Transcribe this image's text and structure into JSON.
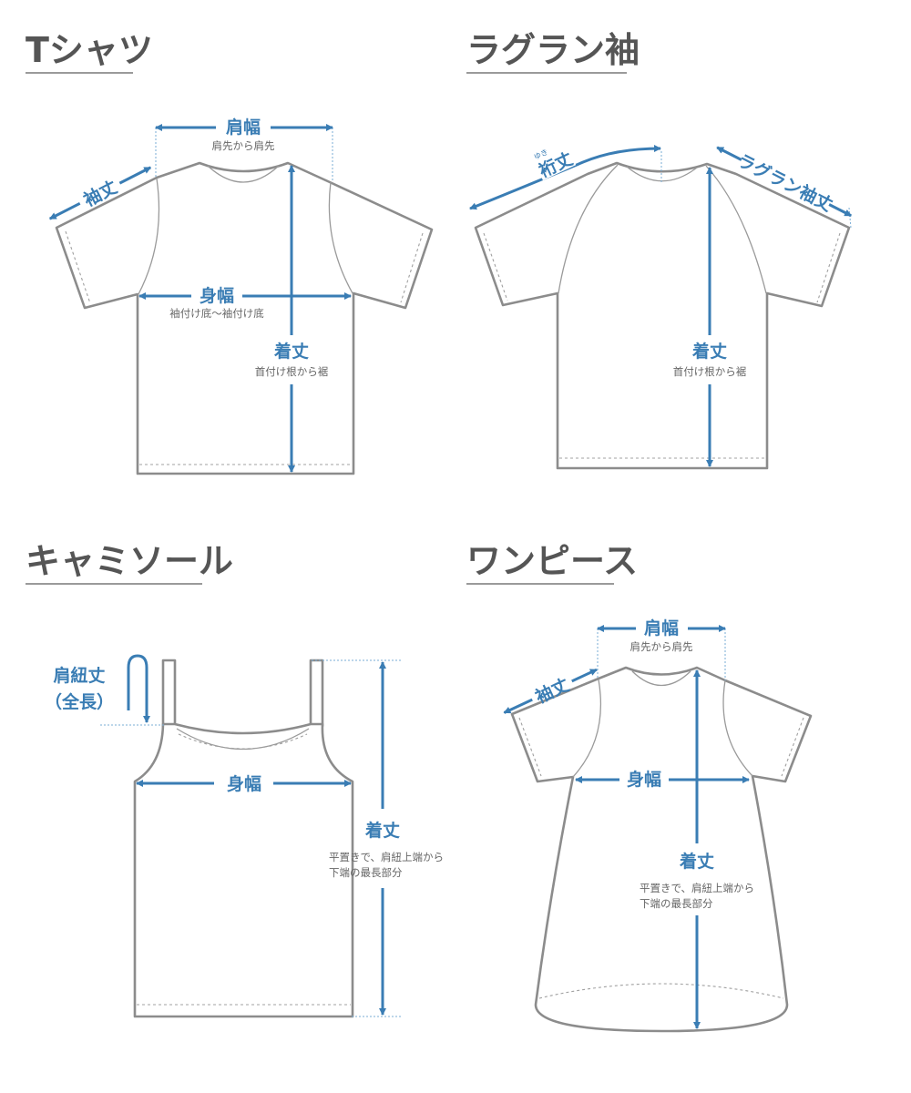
{
  "tshirt": {
    "title": "Tシャツ",
    "shoulder_label": "肩幅",
    "shoulder_sub": "肩先から肩先",
    "sleeve_label": "袖丈",
    "body_width_label": "身幅",
    "body_width_sub": "袖付け底〜袖付け底",
    "length_label": "着丈",
    "length_sub": "首付け根から裾"
  },
  "raglan": {
    "title": "ラグラン袖",
    "yuki_ruby": "ゆき",
    "yuki_label": "裄丈",
    "raglan_sleeve_label": "ラグラン袖丈",
    "length_label": "着丈",
    "length_sub": "首付け根から裾"
  },
  "camisole": {
    "title": "キャミソール",
    "strap_label": "肩紐丈",
    "strap_sub": "（全長）",
    "body_width_label": "身幅",
    "length_label": "着丈",
    "length_sub_1": "平置きで、肩紐上端から",
    "length_sub_2": "下端の最長部分"
  },
  "onepiece": {
    "title": "ワンピース",
    "shoulder_label": "肩幅",
    "shoulder_sub": "肩先から肩先",
    "sleeve_label": "袖丈",
    "body_width_label": "身幅",
    "length_label": "着丈",
    "length_sub_1": "平置きで、肩紐上端から",
    "length_sub_2": "下端の最長部分"
  },
  "colors": {
    "accent": "#3a7db4",
    "garment_outline": "#8c8c8c",
    "title": "#555555"
  }
}
